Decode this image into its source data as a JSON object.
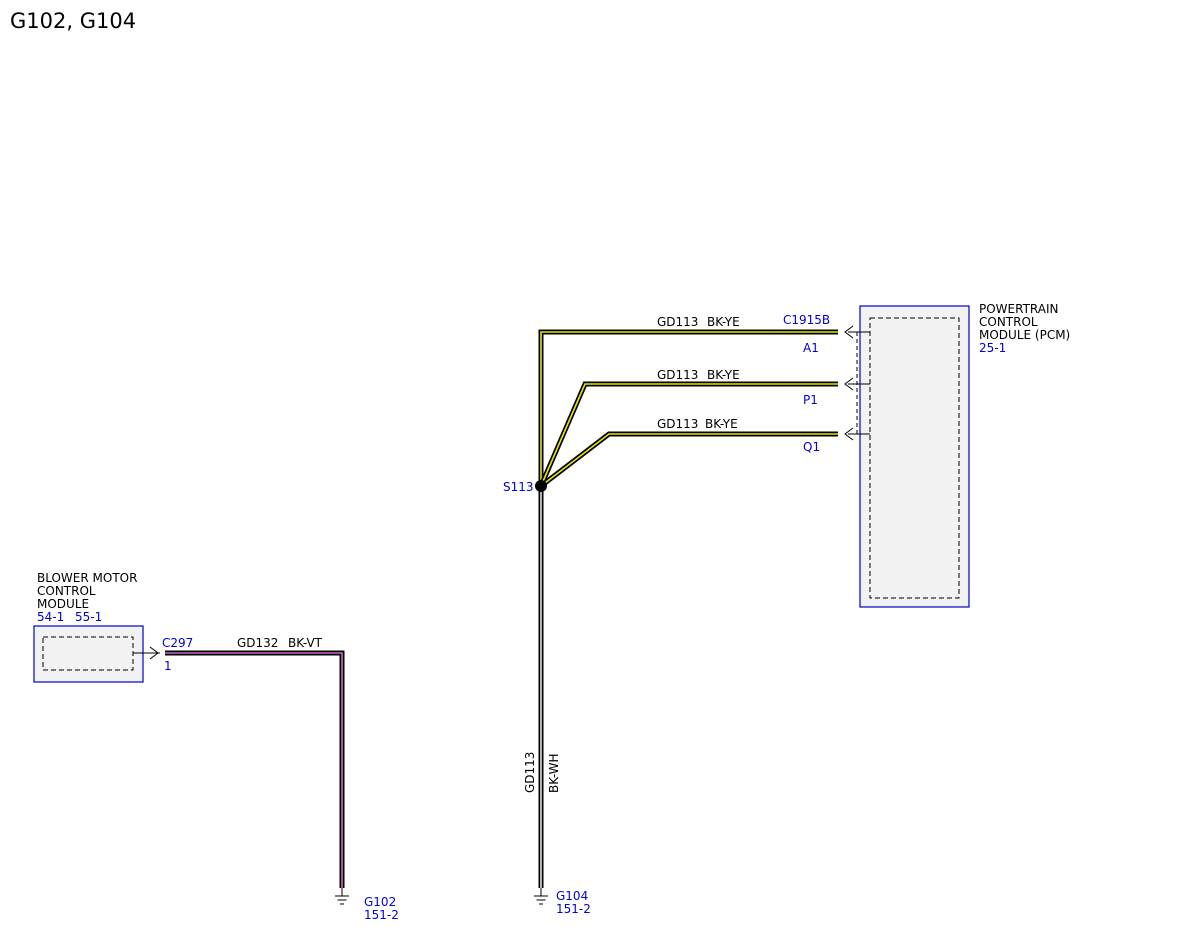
{
  "title": "G102, G104",
  "colors": {
    "wire_outline": "#000000",
    "tracer_yellow": "#e6e600",
    "tracer_violet": "#cc66cc",
    "tracer_white": "#ffffff",
    "module_border": "#0000cc",
    "module_fill": "#f2f2f2",
    "reference_text": "#0000d8"
  },
  "pcm": {
    "name_lines": [
      "POWERTRAIN",
      "CONTROL",
      "MODULE (PCM)"
    ],
    "ref": "25-1",
    "connector": "C1915B",
    "pins": [
      "A1",
      "P1",
      "Q1"
    ]
  },
  "bmcm": {
    "name_lines": [
      "BLOWER MOTOR",
      "CONTROL",
      "MODULE"
    ],
    "refs": [
      "54-1",
      "55-1"
    ],
    "connector": "C297",
    "pin": "1"
  },
  "wires": {
    "pcm_a1": {
      "circuit": "GD113",
      "color": "BK-YE"
    },
    "pcm_p1": {
      "circuit": "GD113",
      "color": "BK-YE"
    },
    "pcm_q1": {
      "circuit": "GD113",
      "color": "BK-YE"
    },
    "g104": {
      "circuit": "GD113",
      "color": "BK-WH"
    },
    "g102": {
      "circuit": "GD132",
      "color": "BK-VT"
    }
  },
  "splice": {
    "id": "S113"
  },
  "grounds": {
    "g102": {
      "id": "G102",
      "ref": "151-2"
    },
    "g104": {
      "id": "G104",
      "ref": "151-2"
    }
  }
}
